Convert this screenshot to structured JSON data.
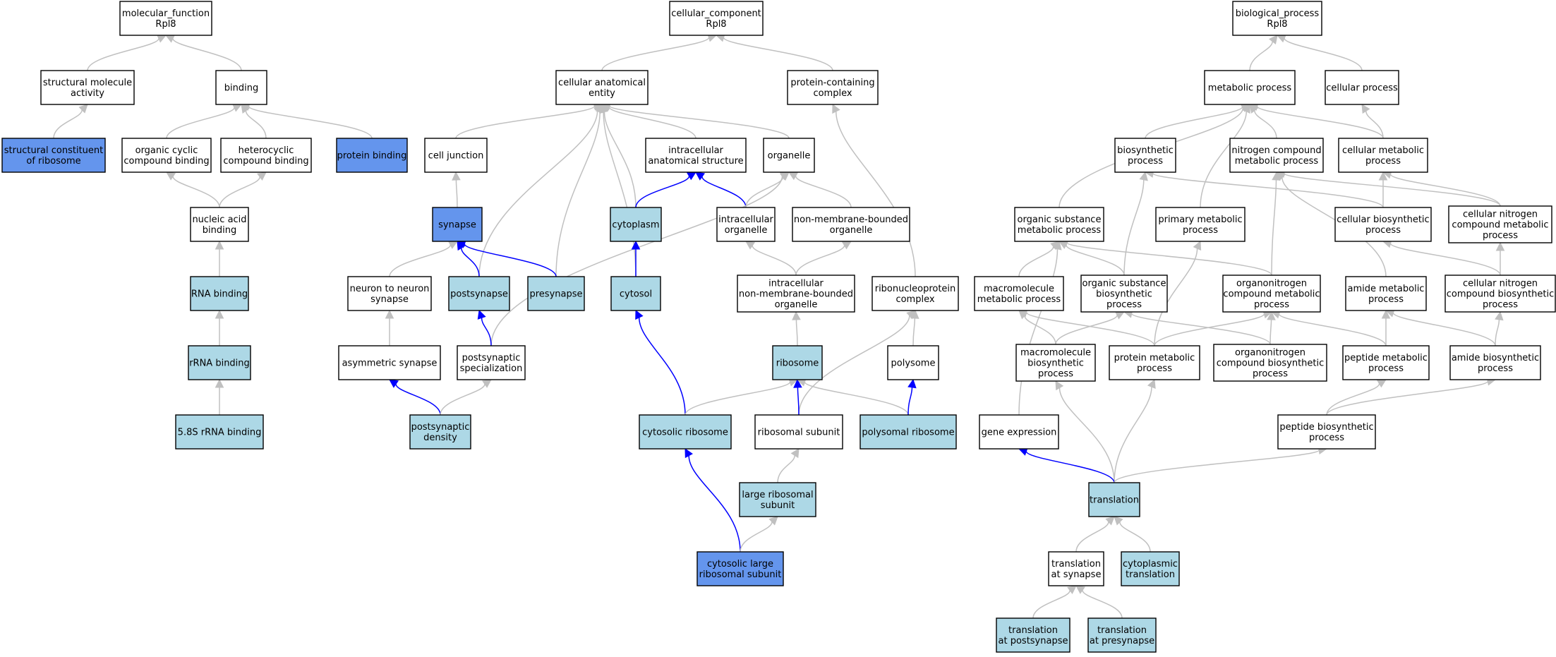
{
  "colors": {
    "plain": "#ffffff",
    "light": "#add8e6",
    "strong": "#6495ed",
    "edge": "#c0c0c0",
    "edge_highlight": "#0000ff"
  },
  "nodes": [
    {
      "id": "mf",
      "lines": [
        "molecular_function",
        "Rpl8"
      ],
      "fill": "plain"
    },
    {
      "id": "struct_mol",
      "lines": [
        "structural molecule",
        "activity"
      ],
      "fill": "plain"
    },
    {
      "id": "binding",
      "lines": [
        "binding"
      ],
      "fill": "plain"
    },
    {
      "id": "struct_const",
      "lines": [
        "structural constituent",
        "of ribosome"
      ],
      "fill": "strong"
    },
    {
      "id": "org_cyclic",
      "lines": [
        "organic cyclic",
        "compound binding"
      ],
      "fill": "plain"
    },
    {
      "id": "hetero",
      "lines": [
        "heterocyclic",
        "compound binding"
      ],
      "fill": "plain"
    },
    {
      "id": "protein_binding",
      "lines": [
        "protein binding"
      ],
      "fill": "strong"
    },
    {
      "id": "nucleic",
      "lines": [
        "nucleic acid",
        "binding"
      ],
      "fill": "plain"
    },
    {
      "id": "rna_binding",
      "lines": [
        "RNA binding"
      ],
      "fill": "light"
    },
    {
      "id": "rrna_binding",
      "lines": [
        "rRNA binding"
      ],
      "fill": "light"
    },
    {
      "id": "s58",
      "lines": [
        "5.8S rRNA binding"
      ],
      "fill": "light"
    },
    {
      "id": "cc",
      "lines": [
        "cellular_component",
        "Rpl8"
      ],
      "fill": "plain"
    },
    {
      "id": "cae",
      "lines": [
        "cellular anatomical",
        "entity"
      ],
      "fill": "plain"
    },
    {
      "id": "pcc",
      "lines": [
        "protein-containing",
        "complex"
      ],
      "fill": "plain"
    },
    {
      "id": "cell_junction",
      "lines": [
        "cell junction"
      ],
      "fill": "plain"
    },
    {
      "id": "ias",
      "lines": [
        "intracellular",
        "anatomical structure"
      ],
      "fill": "plain"
    },
    {
      "id": "organelle",
      "lines": [
        "organelle"
      ],
      "fill": "plain"
    },
    {
      "id": "synapse",
      "lines": [
        "synapse"
      ],
      "fill": "strong"
    },
    {
      "id": "cytoplasm",
      "lines": [
        "cytoplasm"
      ],
      "fill": "light"
    },
    {
      "id": "intra_org",
      "lines": [
        "intracellular",
        "organelle"
      ],
      "fill": "plain"
    },
    {
      "id": "nmbo",
      "lines": [
        "non-membrane-bounded",
        "organelle"
      ],
      "fill": "plain"
    },
    {
      "id": "n2n",
      "lines": [
        "neuron to neuron",
        "synapse"
      ],
      "fill": "plain"
    },
    {
      "id": "postsynapse",
      "lines": [
        "postsynapse"
      ],
      "fill": "light"
    },
    {
      "id": "presynapse",
      "lines": [
        "presynapse"
      ],
      "fill": "light"
    },
    {
      "id": "cytosol",
      "lines": [
        "cytosol"
      ],
      "fill": "light"
    },
    {
      "id": "inmbo",
      "lines": [
        "intracellular",
        "non-membrane-bounded",
        "organelle"
      ],
      "fill": "plain"
    },
    {
      "id": "rnp",
      "lines": [
        "ribonucleoprotein",
        "complex"
      ],
      "fill": "plain"
    },
    {
      "id": "asym",
      "lines": [
        "asymmetric synapse"
      ],
      "fill": "plain"
    },
    {
      "id": "pss",
      "lines": [
        "postsynaptic",
        "specialization"
      ],
      "fill": "plain"
    },
    {
      "id": "ribosome",
      "lines": [
        "ribosome"
      ],
      "fill": "light"
    },
    {
      "id": "polysome",
      "lines": [
        "polysome"
      ],
      "fill": "plain"
    },
    {
      "id": "psd",
      "lines": [
        "postsynaptic",
        "density"
      ],
      "fill": "light"
    },
    {
      "id": "cyto_ribo",
      "lines": [
        "cytosolic ribosome"
      ],
      "fill": "light"
    },
    {
      "id": "ribo_sub",
      "lines": [
        "ribosomal subunit"
      ],
      "fill": "plain"
    },
    {
      "id": "poly_ribo",
      "lines": [
        "polysomal ribosome"
      ],
      "fill": "light"
    },
    {
      "id": "large_sub",
      "lines": [
        "large ribosomal",
        "subunit"
      ],
      "fill": "light"
    },
    {
      "id": "cyto_large",
      "lines": [
        "cytosolic large",
        "ribosomal subunit"
      ],
      "fill": "strong"
    },
    {
      "id": "bp",
      "lines": [
        "biological_process",
        "Rpl8"
      ],
      "fill": "plain"
    },
    {
      "id": "metab",
      "lines": [
        "metabolic process"
      ],
      "fill": "plain"
    },
    {
      "id": "cellproc",
      "lines": [
        "cellular process"
      ],
      "fill": "plain"
    },
    {
      "id": "biosyn",
      "lines": [
        "biosynthetic",
        "process"
      ],
      "fill": "plain"
    },
    {
      "id": "ncmp",
      "lines": [
        "nitrogen compound",
        "metabolic process"
      ],
      "fill": "plain"
    },
    {
      "id": "cmp",
      "lines": [
        "cellular metabolic",
        "process"
      ],
      "fill": "plain"
    },
    {
      "id": "osmp",
      "lines": [
        "organic substance",
        "metabolic process"
      ],
      "fill": "plain"
    },
    {
      "id": "pmp",
      "lines": [
        "primary metabolic",
        "process"
      ],
      "fill": "plain"
    },
    {
      "id": "cbp",
      "lines": [
        "cellular biosynthetic",
        "process"
      ],
      "fill": "plain"
    },
    {
      "id": "cncmp",
      "lines": [
        "cellular nitrogen",
        "compound metabolic",
        "process"
      ],
      "fill": "plain"
    },
    {
      "id": "mmp",
      "lines": [
        "macromolecule",
        "metabolic process"
      ],
      "fill": "plain"
    },
    {
      "id": "osbp",
      "lines": [
        "organic substance",
        "biosynthetic",
        "process"
      ],
      "fill": "plain"
    },
    {
      "id": "ocmp",
      "lines": [
        "organonitrogen",
        "compound metabolic",
        "process"
      ],
      "fill": "plain"
    },
    {
      "id": "amp",
      "lines": [
        "amide metabolic",
        "process"
      ],
      "fill": "plain"
    },
    {
      "id": "cncbp",
      "lines": [
        "cellular nitrogen",
        "compound biosynthetic",
        "process"
      ],
      "fill": "plain"
    },
    {
      "id": "mbp",
      "lines": [
        "macromolecule",
        "biosynthetic",
        "process"
      ],
      "fill": "plain"
    },
    {
      "id": "protmp",
      "lines": [
        "protein metabolic",
        "process"
      ],
      "fill": "plain"
    },
    {
      "id": "ocbp",
      "lines": [
        "organonitrogen",
        "compound biosynthetic",
        "process"
      ],
      "fill": "plain"
    },
    {
      "id": "pepmp",
      "lines": [
        "peptide metabolic",
        "process"
      ],
      "fill": "plain"
    },
    {
      "id": "abp",
      "lines": [
        "amide biosynthetic",
        "process"
      ],
      "fill": "plain"
    },
    {
      "id": "gene_expr",
      "lines": [
        "gene expression"
      ],
      "fill": "plain"
    },
    {
      "id": "pbp",
      "lines": [
        "peptide biosynthetic",
        "process"
      ],
      "fill": "plain"
    },
    {
      "id": "translation",
      "lines": [
        "translation"
      ],
      "fill": "light"
    },
    {
      "id": "tas",
      "lines": [
        "translation",
        "at synapse"
      ],
      "fill": "plain"
    },
    {
      "id": "cyto_trans",
      "lines": [
        "cytoplasmic",
        "translation"
      ],
      "fill": "light"
    },
    {
      "id": "t_post",
      "lines": [
        "translation",
        "at postsynapse"
      ],
      "fill": "light"
    },
    {
      "id": "t_pre",
      "lines": [
        "translation",
        "at presynapse"
      ],
      "fill": "light"
    }
  ],
  "edges": [
    {
      "from": "struct_mol",
      "to": "mf"
    },
    {
      "from": "binding",
      "to": "mf"
    },
    {
      "from": "struct_const",
      "to": "struct_mol"
    },
    {
      "from": "org_cyclic",
      "to": "binding"
    },
    {
      "from": "hetero",
      "to": "binding"
    },
    {
      "from": "protein_binding",
      "to": "binding"
    },
    {
      "from": "nucleic",
      "to": "org_cyclic"
    },
    {
      "from": "nucleic",
      "to": "hetero"
    },
    {
      "from": "rna_binding",
      "to": "nucleic"
    },
    {
      "from": "rrna_binding",
      "to": "rna_binding"
    },
    {
      "from": "s58",
      "to": "rrna_binding"
    },
    {
      "from": "cae",
      "to": "cc"
    },
    {
      "from": "pcc",
      "to": "cc"
    },
    {
      "from": "cell_junction",
      "to": "cae"
    },
    {
      "from": "ias",
      "to": "cae"
    },
    {
      "from": "organelle",
      "to": "cae"
    },
    {
      "from": "postsynapse",
      "to": "cae"
    },
    {
      "from": "presynapse",
      "to": "cae"
    },
    {
      "from": "cytoplasm",
      "to": "cae"
    },
    {
      "from": "cytosol",
      "to": "cae"
    },
    {
      "from": "synapse",
      "to": "cell_junction"
    },
    {
      "from": "cytoplasm",
      "to": "ias",
      "highlight": true
    },
    {
      "from": "intra_org",
      "to": "ias",
      "highlight": true
    },
    {
      "from": "intra_org",
      "to": "organelle"
    },
    {
      "from": "nmbo",
      "to": "organelle"
    },
    {
      "from": "pss",
      "to": "organelle"
    },
    {
      "from": "postsynapse",
      "to": "synapse",
      "highlight": true
    },
    {
      "from": "presynapse",
      "to": "synapse",
      "highlight": true
    },
    {
      "from": "n2n",
      "to": "synapse"
    },
    {
      "from": "cytosol",
      "to": "cytoplasm",
      "highlight": true
    },
    {
      "from": "inmbo",
      "to": "intra_org"
    },
    {
      "from": "inmbo",
      "to": "nmbo"
    },
    {
      "from": "pss",
      "to": "postsynapse",
      "highlight": true
    },
    {
      "from": "asym",
      "to": "n2n"
    },
    {
      "from": "rnp",
      "to": "pcc"
    },
    {
      "from": "psd",
      "to": "asym",
      "highlight": true
    },
    {
      "from": "psd",
      "to": "pss"
    },
    {
      "from": "ribosome",
      "to": "inmbo"
    },
    {
      "from": "ribo_sub",
      "to": "rnp"
    },
    {
      "from": "polysome",
      "to": "rnp"
    },
    {
      "from": "cyto_ribo",
      "to": "cytosol",
      "highlight": true
    },
    {
      "from": "cyto_ribo",
      "to": "ribosome"
    },
    {
      "from": "ribo_sub",
      "to": "ribosome",
      "highlight": true
    },
    {
      "from": "poly_ribo",
      "to": "ribosome"
    },
    {
      "from": "poly_ribo",
      "to": "polysome",
      "highlight": true
    },
    {
      "from": "large_sub",
      "to": "ribo_sub"
    },
    {
      "from": "cyto_large",
      "to": "cyto_ribo",
      "highlight": true
    },
    {
      "from": "cyto_large",
      "to": "large_sub"
    },
    {
      "from": "metab",
      "to": "bp"
    },
    {
      "from": "cellproc",
      "to": "bp"
    },
    {
      "from": "biosyn",
      "to": "metab"
    },
    {
      "from": "ncmp",
      "to": "metab"
    },
    {
      "from": "cmp",
      "to": "metab"
    },
    {
      "from": "osmp",
      "to": "metab"
    },
    {
      "from": "pmp",
      "to": "metab"
    },
    {
      "from": "cmp",
      "to": "cellproc"
    },
    {
      "from": "cbp",
      "to": "biosyn"
    },
    {
      "from": "osbp",
      "to": "biosyn"
    },
    {
      "from": "cbp",
      "to": "cmp"
    },
    {
      "from": "cncmp",
      "to": "cmp"
    },
    {
      "from": "cncmp",
      "to": "ncmp"
    },
    {
      "from": "ocmp",
      "to": "ncmp"
    },
    {
      "from": "amp",
      "to": "ncmp"
    },
    {
      "from": "mmp",
      "to": "osmp"
    },
    {
      "from": "osbp",
      "to": "osmp"
    },
    {
      "from": "ocmp",
      "to": "osmp"
    },
    {
      "from": "gene_expr",
      "to": "osmp"
    },
    {
      "from": "cncbp",
      "to": "cbp"
    },
    {
      "from": "cncbp",
      "to": "cncmp"
    },
    {
      "from": "abp",
      "to": "amp"
    },
    {
      "from": "mbp",
      "to": "mmp"
    },
    {
      "from": "protmp",
      "to": "mmp"
    },
    {
      "from": "mbp",
      "to": "osbp"
    },
    {
      "from": "ocbp",
      "to": "osbp"
    },
    {
      "from": "protmp",
      "to": "pmp"
    },
    {
      "from": "protmp",
      "to": "ocmp"
    },
    {
      "from": "ocbp",
      "to": "ocmp"
    },
    {
      "from": "pepmp",
      "to": "ocmp"
    },
    {
      "from": "pepmp",
      "to": "amp"
    },
    {
      "from": "abp",
      "to": "cncbp"
    },
    {
      "from": "pbp",
      "to": "pepmp"
    },
    {
      "from": "pbp",
      "to": "abp"
    },
    {
      "from": "translation",
      "to": "mbp"
    },
    {
      "from": "translation",
      "to": "protmp"
    },
    {
      "from": "translation",
      "to": "gene_expr",
      "highlight": true
    },
    {
      "from": "translation",
      "to": "pbp"
    },
    {
      "from": "tas",
      "to": "translation"
    },
    {
      "from": "cyto_trans",
      "to": "translation"
    },
    {
      "from": "t_post",
      "to": "tas"
    },
    {
      "from": "t_pre",
      "to": "tas"
    }
  ]
}
